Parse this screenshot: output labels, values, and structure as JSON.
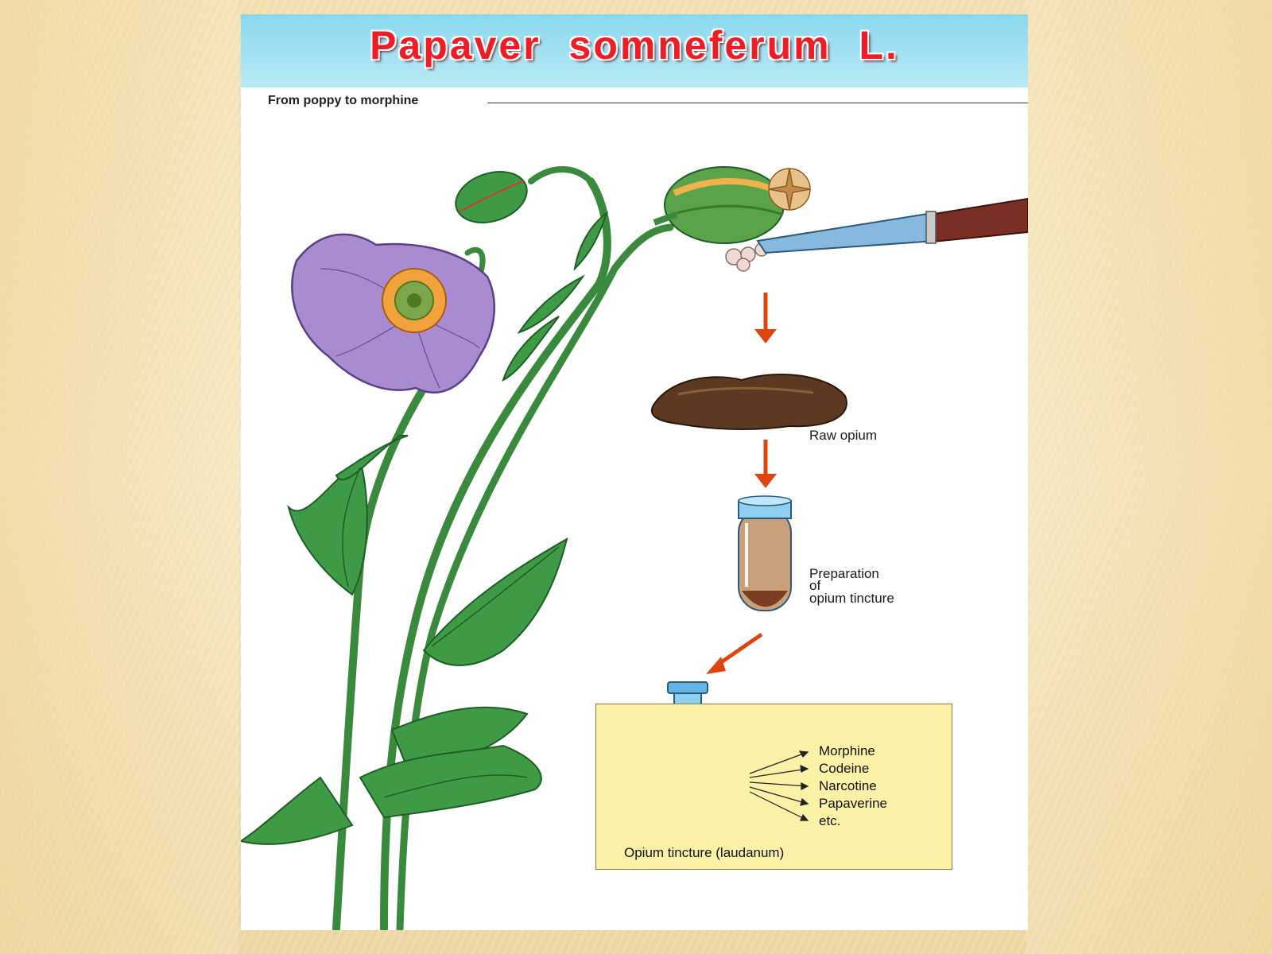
{
  "title": "Papaver somneferum L.",
  "subtitle": "From poppy to morphine",
  "steps": {
    "raw_opium": "Raw opium",
    "preparation_line1": "Preparation",
    "preparation_line2": "of",
    "preparation_line3": "opium tincture",
    "tincture_caption": "Opium tincture (laudanum)"
  },
  "alkaloids": [
    "Morphine",
    "Codeine",
    "Narcotine",
    "Papaverine",
    "etc."
  ],
  "colors": {
    "title": "#ee1c25",
    "header_band": "#8ad8ee",
    "arrow": "#e0440e",
    "box_fill": "#fbf1a7",
    "petal": "#a98bd0",
    "leaf": "#2f8a3a"
  }
}
